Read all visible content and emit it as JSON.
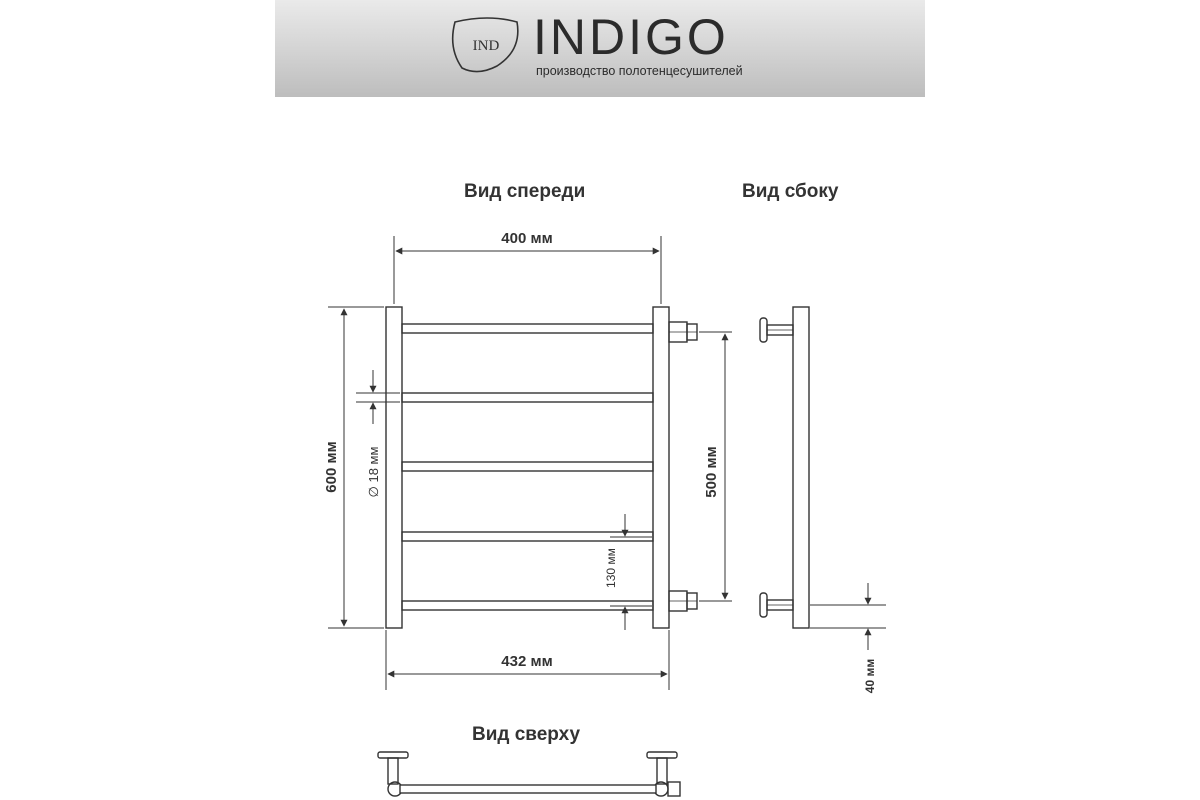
{
  "header": {
    "logo_monogram": "IND",
    "brand_name": "INDIGO",
    "tagline": "производство полотенцесушителей",
    "background_color": "#cfcfcf"
  },
  "views": {
    "front": "Вид спереди",
    "side": "Вид сбоку",
    "top": "Вид сверху"
  },
  "dimensions": {
    "width_center": "400 мм",
    "width_overall": "432 мм",
    "height": "600 мм",
    "connection_distance": "500 мм",
    "pipe_diameter": "∅ 18 мм",
    "rung_spacing": "130 мм",
    "wall_offset": "40 мм"
  },
  "drawing": {
    "line_color": "#333333",
    "rung_count": 5
  }
}
